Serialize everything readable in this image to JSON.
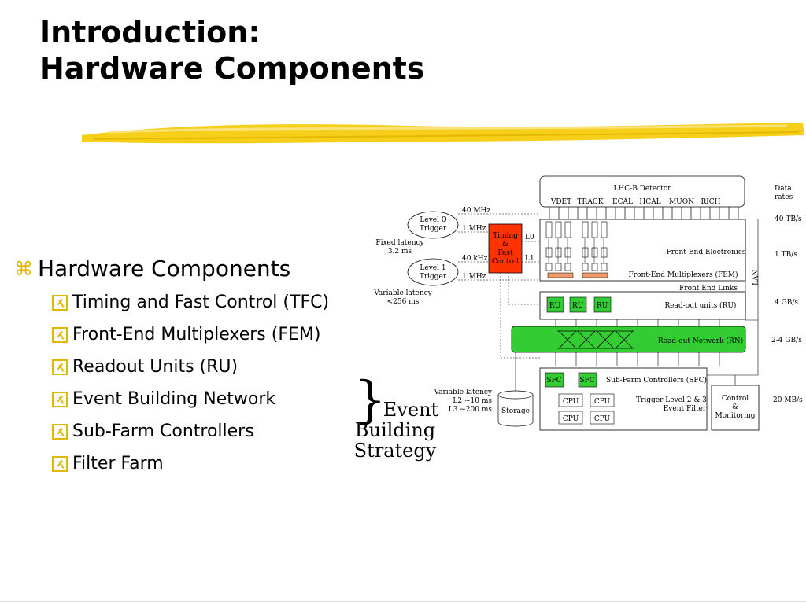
{
  "title": {
    "line1": "Introduction:",
    "line2": "Hardware Components"
  },
  "bullets": {
    "main": "Hardware Components",
    "main_symbol": "⌘",
    "items": [
      "Timing and Fast Control (TFC)",
      "Front-End Multiplexers (FEM)",
      "Readout Units (RU)",
      "Event Building Network",
      "Sub-Farm Controllers",
      "Filter Farm"
    ]
  },
  "annotation": {
    "brace": "}",
    "line1": "Event",
    "line2": "Building",
    "line3": "Strategy"
  },
  "diagram": {
    "detector": {
      "title": "LHC-B Detector",
      "subdetectors": [
        "VDET",
        "TRACK",
        "ECAL",
        "HCAL",
        "MUON",
        "RICH"
      ]
    },
    "data_rates": {
      "title_1": "Data",
      "title_2": "rates",
      "values": [
        "40 TB/s",
        "1 TB/s",
        "4 GB/s",
        "2-4 GB/s",
        "20 MB/s"
      ]
    },
    "level0": {
      "line1": "Level 0",
      "line2": "Trigger"
    },
    "level1": {
      "line1": "Level 1",
      "line2": "Trigger"
    },
    "fixed_latency": {
      "line1": "Fixed latency",
      "line2": "3.2 ms"
    },
    "variable_latency": {
      "line1": "Variable latency",
      "line2": "<256 ms"
    },
    "variable_latency2": {
      "line1": "Variable latency",
      "line2": "L2 ~10 ms",
      "line3": "L3 ~200 ms"
    },
    "rates": {
      "mhz40": "40 MHz",
      "mhz1a": "1 MHz",
      "khz40": "40 kHz",
      "mhz1b": "1 MHz"
    },
    "tfc": {
      "line1": "Timing",
      "line2": "&",
      "line3": "Fast",
      "line4": "Control"
    },
    "l0": "L0",
    "l1": "L1",
    "fe_electronics": "Front-End Electronics",
    "fem": "Front-End Multiplexers (FEM)",
    "fe_links": "Front End Links",
    "lan": "LAN",
    "ru_label": "RU",
    "ru_caption": "Read-out units (RU)",
    "ron": "Read-out Network (RN)",
    "sfc_label": "SFC",
    "sfc_caption": "Sub-Farm Controllers (SFC)",
    "trigger_filter": {
      "line1": "Trigger Level 2 & 3",
      "line2": "Event Filter"
    },
    "cpu_label": "CPU",
    "storage": "Storage",
    "control": {
      "line1": "Control",
      "line2": "&",
      "line3": "Monitoring"
    }
  },
  "colors": {
    "accent_yellow": "#f5cf1a",
    "tfc_red": "#ff3300",
    "network_green": "#33cc33",
    "fem_orange": "#f29a6b"
  }
}
